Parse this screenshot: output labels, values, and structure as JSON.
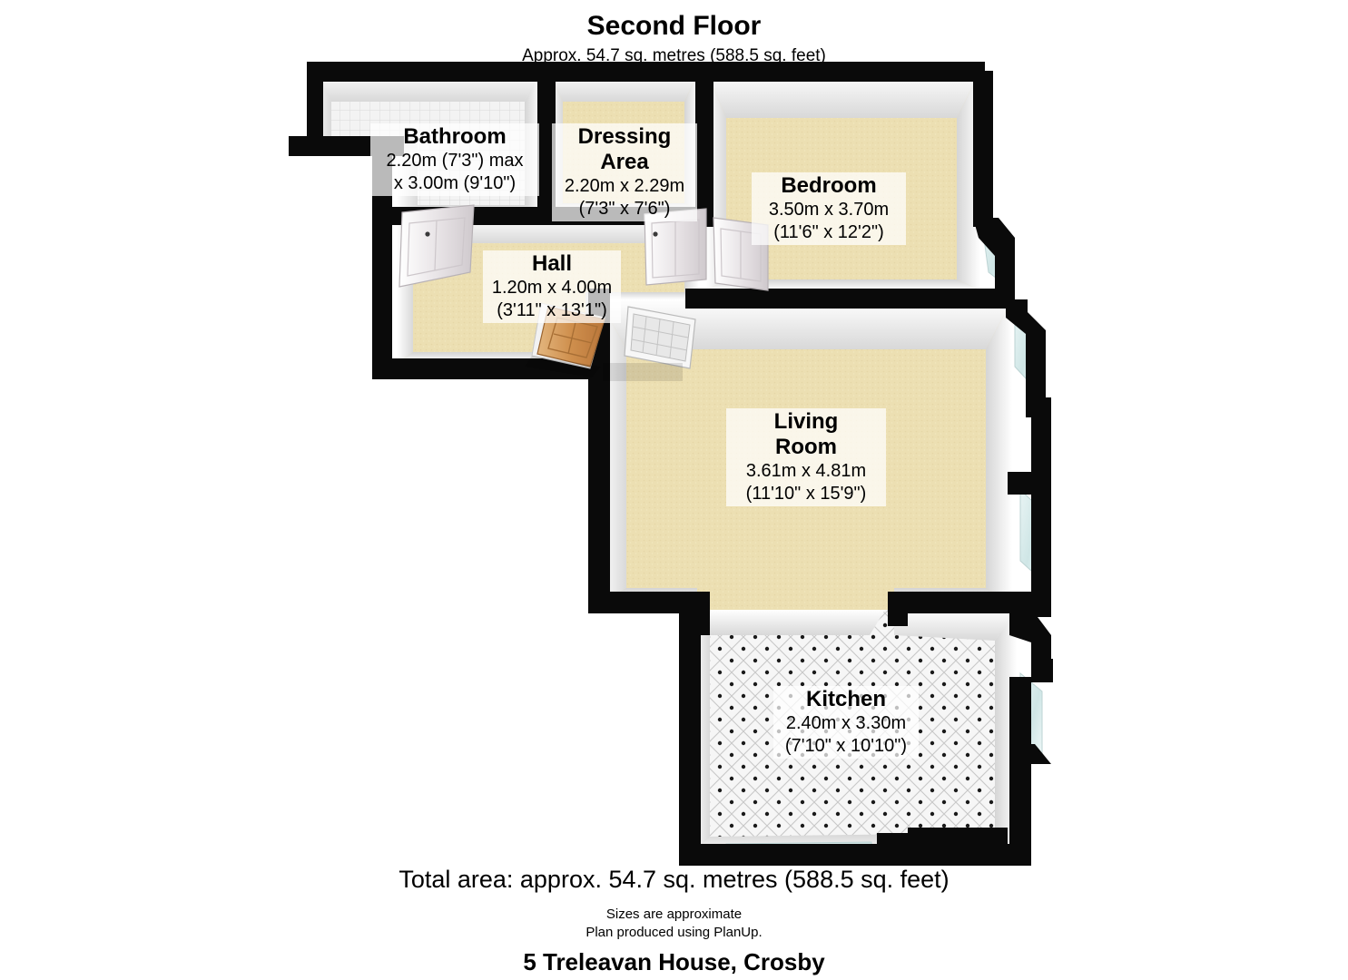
{
  "header": {
    "title": "Second Floor",
    "subtitle": "Approx. 54.7 sq. metres (588.5 sq. feet)"
  },
  "footer": {
    "total_area": "Total area: approx. 54.7 sq. metres (588.5 sq. feet)",
    "note_line_1": "Sizes are approximate",
    "note_line_2": "Plan produced using PlanUp.",
    "address": "5 Treleavan House, Crosby"
  },
  "rooms": {
    "bathroom": {
      "name": "Bathroom",
      "dims_metric": "2.20m (7'3\") max",
      "dims_imperial": "x 3.00m (9'10\")",
      "floor": "tile-grid"
    },
    "dressing": {
      "name_line_1": "Dressing",
      "name_line_2": "Area",
      "dims_metric": "2.20m x 2.29m",
      "dims_imperial": "(7'3\" x 7'6\")",
      "floor": "carpet"
    },
    "bedroom": {
      "name": "Bedroom",
      "dims_metric": "3.50m x 3.70m",
      "dims_imperial": "(11'6\" x 12'2\")",
      "floor": "carpet"
    },
    "hall": {
      "name": "Hall",
      "dims_metric": "1.20m x 4.00m",
      "dims_imperial": "(3'11\" x 13'1\")",
      "floor": "carpet"
    },
    "living": {
      "name_line_1": "Living",
      "name_line_2": "Room",
      "dims_metric": "3.61m x 4.81m",
      "dims_imperial": "(11'10\" x 15'9\")",
      "floor": "carpet"
    },
    "kitchen": {
      "name": "Kitchen",
      "dims_metric": "2.40m x 3.30m",
      "dims_imperial": "(7'10\" x 10'10\")",
      "floor": "diamond-tile"
    }
  },
  "colors": {
    "wall_outline": "#0a0a0a",
    "wall_face_light": "#fdfdfd",
    "wall_face_mid": "#e9e9e9",
    "wall_face_shadow": "#c9c9c9",
    "carpet": "#ecdfb2",
    "carpet_dark": "#ded0a0",
    "tile_floor": "#f2f2f2",
    "window_glass": "#d6eaea",
    "door_wood": "#d79a5b",
    "door_white": "#eeeaea",
    "background": "#ffffff",
    "text": "#000000",
    "label_bg": "rgba(255,255,255,0.72)"
  },
  "fixtures": {
    "front_door": "wooden-front-door",
    "bathroom_door": "white-panel-door",
    "dressing_door": "white-panel-door",
    "bedroom_door": "white-panel-door",
    "living_radiator": "radiator",
    "hall_radiator": "radiator"
  }
}
